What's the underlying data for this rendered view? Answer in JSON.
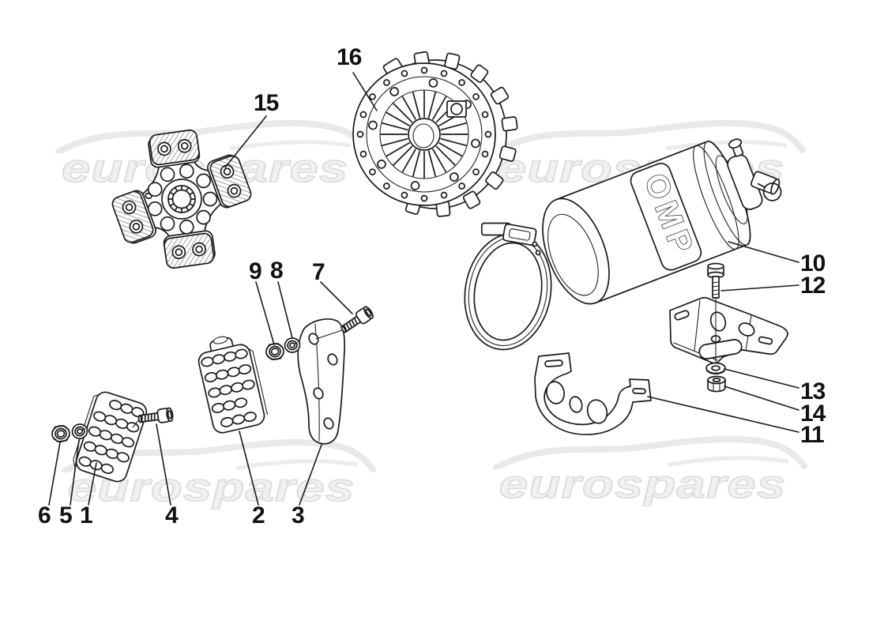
{
  "watermark": {
    "text": "eurospares"
  },
  "extinguisher": {
    "logo_text": "OMP"
  },
  "labels": [
    "16",
    "15",
    "9",
    "8",
    "7",
    "10",
    "12",
    "13",
    "14",
    "11",
    "6",
    "5",
    "1",
    "4",
    "2",
    "3"
  ],
  "colors": {
    "line_art": "#1a1a1a",
    "watermark_fill": "#f1f1f1",
    "watermark_stroke": "#dcdcdc",
    "label_text": "#111111",
    "background": "#ffffff"
  }
}
